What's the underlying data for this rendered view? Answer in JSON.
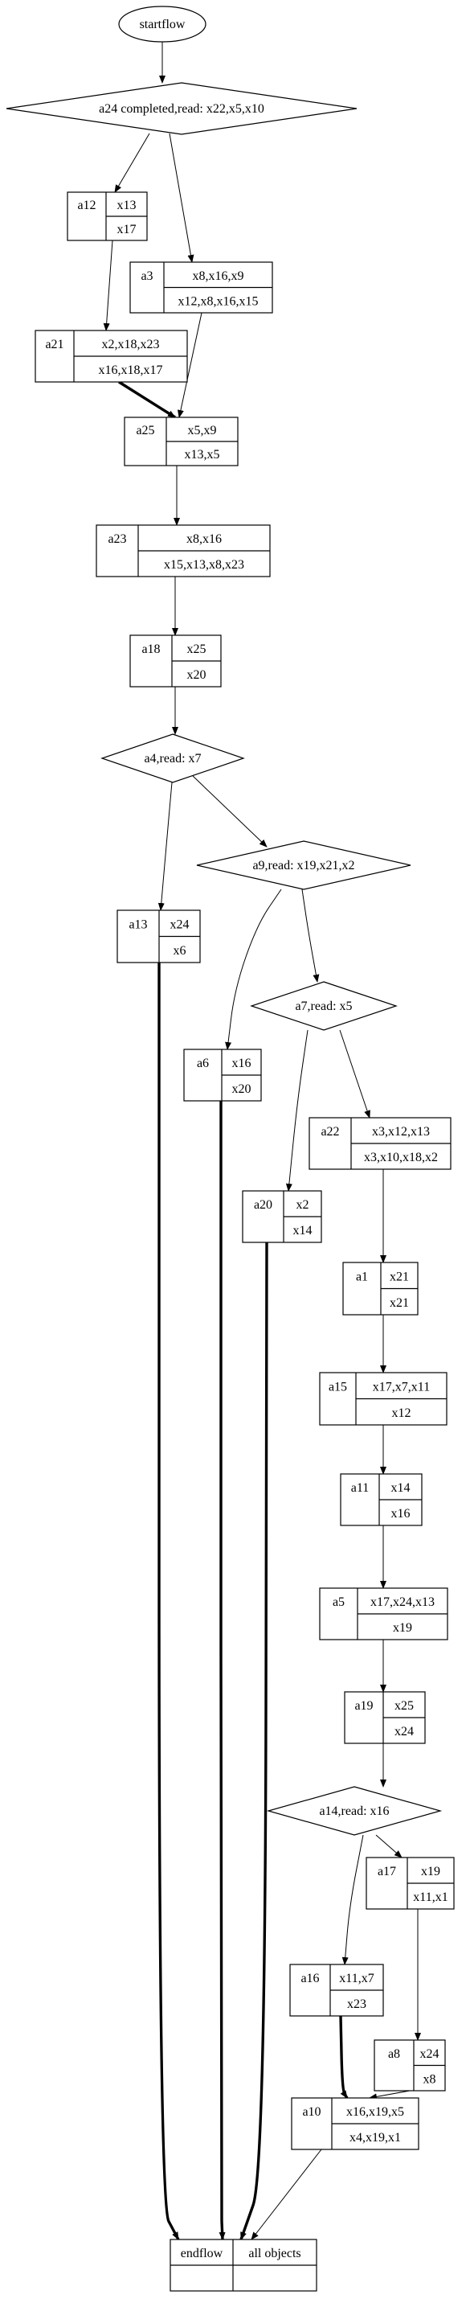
{
  "start": {
    "label": "startflow"
  },
  "decisions": {
    "d1": {
      "label": "a24 completed,read: x22,x5,x10"
    },
    "d2": {
      "label": "a4,read: x7"
    },
    "d3": {
      "label": "a9,read: x19,x21,x2"
    },
    "d4": {
      "label": "a7,read: x5"
    },
    "d5": {
      "label": "a14,read: x16"
    }
  },
  "nodes": {
    "a12": {
      "name": "a12",
      "top": "x13",
      "bottom": "x17"
    },
    "a3": {
      "name": "a3",
      "top": "x8,x16,x9",
      "bottom": "x12,x8,x16,x15"
    },
    "a21": {
      "name": "a21",
      "top": "x2,x18,x23",
      "bottom": "x16,x18,x17"
    },
    "a25": {
      "name": "a25",
      "top": "x5,x9",
      "bottom": "x13,x5"
    },
    "a23": {
      "name": "a23",
      "top": "x8,x16",
      "bottom": "x15,x13,x8,x23"
    },
    "a18": {
      "name": "a18",
      "top": "x25",
      "bottom": "x20"
    },
    "a13": {
      "name": "a13",
      "top": "x24",
      "bottom": "x6"
    },
    "a6": {
      "name": "a6",
      "top": "x16",
      "bottom": "x20"
    },
    "a22": {
      "name": "a22",
      "top": "x3,x12,x13",
      "bottom": "x3,x10,x18,x2"
    },
    "a20": {
      "name": "a20",
      "top": "x2",
      "bottom": "x14"
    },
    "a1": {
      "name": "a1",
      "top": "x21",
      "bottom": "x21"
    },
    "a15": {
      "name": "a15",
      "top": "x17,x7,x11",
      "bottom": "x12"
    },
    "a11": {
      "name": "a11",
      "top": "x14",
      "bottom": "x16"
    },
    "a5": {
      "name": "a5",
      "top": "x17,x24,x13",
      "bottom": "x19"
    },
    "a19": {
      "name": "a19",
      "top": "x25",
      "bottom": "x24"
    },
    "a17": {
      "name": "a17",
      "top": "x19",
      "bottom": "x11,x1"
    },
    "a16": {
      "name": "a16",
      "top": "x11,x7",
      "bottom": "x23"
    },
    "a8": {
      "name": "a8",
      "top": "x24",
      "bottom": "x8"
    },
    "a10": {
      "name": "a10",
      "top": "x16,x19,x5",
      "bottom": "x4,x19,x1"
    }
  },
  "end": {
    "left": "endflow",
    "right": "all objects"
  },
  "edges": [
    {
      "from": "start",
      "to": "d1",
      "bold": false
    },
    {
      "from": "d1",
      "to": "a12",
      "bold": false
    },
    {
      "from": "d1",
      "to": "a3",
      "bold": false
    },
    {
      "from": "a12",
      "to": "a21",
      "bold": false
    },
    {
      "from": "a21",
      "to": "a25",
      "bold": true
    },
    {
      "from": "a3",
      "to": "a25",
      "bold": false
    },
    {
      "from": "a25",
      "to": "a23",
      "bold": false
    },
    {
      "from": "a23",
      "to": "a18",
      "bold": false
    },
    {
      "from": "a18",
      "to": "d2",
      "bold": false
    },
    {
      "from": "d2",
      "to": "a13",
      "bold": false
    },
    {
      "from": "d2",
      "to": "d3",
      "bold": false
    },
    {
      "from": "d3",
      "to": "a6",
      "bold": false
    },
    {
      "from": "d3",
      "to": "d4",
      "bold": false
    },
    {
      "from": "d4",
      "to": "a20",
      "bold": false
    },
    {
      "from": "d4",
      "to": "a22",
      "bold": false
    },
    {
      "from": "a22",
      "to": "a1",
      "bold": false
    },
    {
      "from": "a1",
      "to": "a15",
      "bold": false
    },
    {
      "from": "a15",
      "to": "a11",
      "bold": false
    },
    {
      "from": "a11",
      "to": "a5",
      "bold": false
    },
    {
      "from": "a5",
      "to": "a19",
      "bold": false
    },
    {
      "from": "a19",
      "to": "d5",
      "bold": false
    },
    {
      "from": "d5",
      "to": "a16",
      "bold": false
    },
    {
      "from": "d5",
      "to": "a17",
      "bold": false
    },
    {
      "from": "a17",
      "to": "a8",
      "bold": false
    },
    {
      "from": "a16",
      "to": "a10",
      "bold": true
    },
    {
      "from": "a8",
      "to": "a10",
      "bold": false
    },
    {
      "from": "a13",
      "to": "end",
      "bold": true
    },
    {
      "from": "a6",
      "to": "end",
      "bold": true
    },
    {
      "from": "a20",
      "to": "end",
      "bold": true
    },
    {
      "from": "a10",
      "to": "end",
      "bold": false
    }
  ]
}
